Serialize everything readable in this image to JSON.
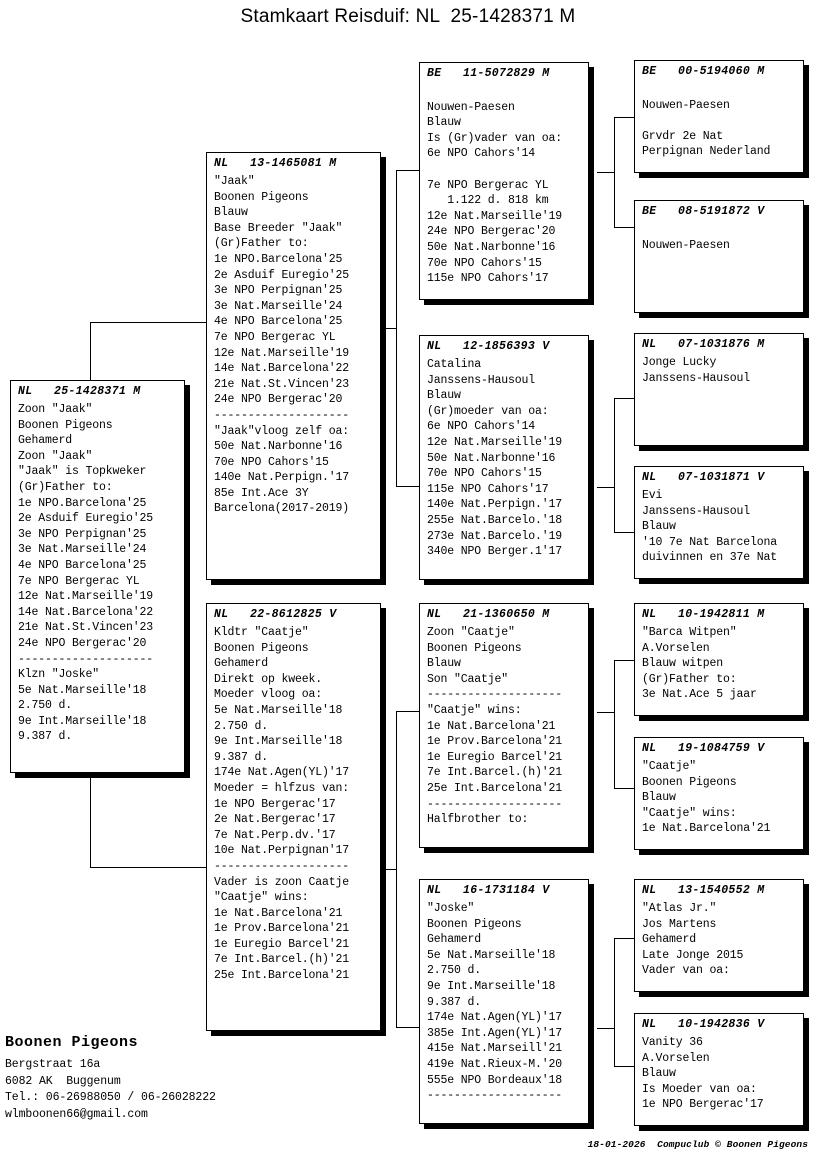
{
  "title": "Stamkaart Reisduif: NL  25-1428371 M",
  "subject": {
    "id": "NL   25-1428371 M",
    "lines": [
      "Zoon \"Jaak\"",
      "Boonen Pigeons",
      "Gehamerd",
      "Zoon \"Jaak\"",
      "\"Jaak\" is Topkweker",
      "(Gr)Father to:",
      "1e NPO.Barcelona'25",
      "2e Asduif Euregio'25",
      "3e NPO Perpignan'25",
      "3e Nat.Marseille'24",
      "4e NPO Barcelona'25",
      "7e NPO Bergerac YL",
      "12e Nat.Marseille'19",
      "14e Nat.Barcelona'22",
      "21e Nat.St.Vincen'23",
      "24e NPO Bergerac'20",
      "--------------------",
      "Klzn \"Joske\"",
      "5e Nat.Marseille'18",
      "2.750 d.",
      "9e Int.Marseille'18",
      "9.387 d."
    ]
  },
  "father": {
    "id": "NL   13-1465081 M",
    "lines": [
      "\"Jaak\"",
      "Boonen Pigeons",
      "Blauw",
      "Base Breeder \"Jaak\"",
      "(Gr)Father to:",
      "1e NPO.Barcelona'25",
      "2e Asduif Euregio'25",
      "3e NPO Perpignan'25",
      "3e Nat.Marseille'24",
      "4e NPO Barcelona'25",
      "7e NPO Bergerac YL",
      "12e Nat.Marseille'19",
      "14e Nat.Barcelona'22",
      "21e Nat.St.Vincen'23",
      "24e NPO Bergerac'20",
      "--------------------",
      "\"Jaak\"vloog zelf oa:",
      "50e Nat.Narbonne'16",
      "70e NPO Cahors'15",
      "140e Nat.Perpign.'17",
      "85e Int.Ace 3Y",
      "Barcelona(2017-2019)"
    ]
  },
  "mother": {
    "id": "NL   22-8612825 V",
    "lines": [
      "Kldtr \"Caatje\"",
      "Boonen Pigeons",
      "Gehamerd",
      "Direkt op kweek.",
      "Moeder vloog oa:",
      "5e Nat.Marseille'18",
      "2.750 d.",
      "9e Int.Marseille'18",
      "9.387 d.",
      "174e Nat.Agen(YL)'17",
      "Moeder = hlfzus van:",
      "1e NPO Bergerac'17",
      "2e Nat.Bergerac'17",
      "7e Nat.Perp.dv.'17",
      "10e Nat.Perpignan'17",
      "--------------------",
      "Vader is zoon Caatje",
      "\"Caatje\" wins:",
      "1e Nat.Barcelona'21",
      "1e Prov.Barcelona'21",
      "1e Euregio Barcel'21",
      "7e Int.Barcel.(h)'21",
      "25e Int.Barcelona'21"
    ]
  },
  "grandparents": [
    {
      "id": "BE   11-5072829 M",
      "lines": [
        "",
        "Nouwen-Paesen",
        "Blauw",
        "Is (Gr)vader van oa:",
        "6e NPO Cahors'14",
        "",
        "7e NPO Bergerac YL",
        "   1.122 d. 818 km",
        "12e Nat.Marseille'19",
        "24e NPO Bergerac'20",
        "50e Nat.Narbonne'16",
        "70e NPO Cahors'15",
        "115e NPO Cahors'17"
      ]
    },
    {
      "id": "NL   12-1856393 V",
      "lines": [
        "Catalina",
        "Janssens-Hausoul",
        "Blauw",
        "(Gr)moeder van oa:",
        "6e NPO Cahors'14",
        "12e Nat.Marseille'19",
        "50e Nat.Narbonne'16",
        "70e NPO Cahors'15",
        "115e NPO Cahors'17",
        "140e Nat.Perpign.'17",
        "255e Nat.Barcelo.'18",
        "273e Nat.Barcelo.'19",
        "340e NPO Berger.1'17"
      ]
    },
    {
      "id": "NL   21-1360650 M",
      "lines": [
        "Zoon \"Caatje\"",
        "Boonen Pigeons",
        "Blauw",
        "Son \"Caatje\"",
        "--------------------",
        "\"Caatje\" wins:",
        "1e Nat.Barcelona'21",
        "1e Prov.Barcelona'21",
        "1e Euregio Barcel'21",
        "7e Int.Barcel.(h)'21",
        "25e Int.Barcelona'21",
        "--------------------",
        "Halfbrother to:"
      ]
    },
    {
      "id": "NL   16-1731184 V",
      "lines": [
        "\"Joske\"",
        "Boonen Pigeons",
        "Gehamerd",
        "5e Nat.Marseille'18",
        "2.750 d.",
        "9e Int.Marseille'18",
        "9.387 d.",
        "174e Nat.Agen(YL)'17",
        "385e Int.Agen(YL)'17",
        "415e Nat.Marseill'21",
        "419e Nat.Rieux-M.'20",
        "555e NPO Bordeaux'18",
        "--------------------"
      ]
    }
  ],
  "greatgrandparents": [
    {
      "id": "BE   00-5194060 M",
      "lines": [
        "",
        "Nouwen-Paesen",
        "",
        "Grvdr 2e Nat",
        "Perpignan Nederland"
      ]
    },
    {
      "id": "BE   08-5191872 V",
      "lines": [
        "",
        "Nouwen-Paesen"
      ]
    },
    {
      "id": "NL   07-1031876 M",
      "lines": [
        "Jonge Lucky",
        "Janssens-Hausoul"
      ]
    },
    {
      "id": "NL   07-1031871 V",
      "lines": [
        "Evi",
        "Janssens-Hausoul",
        "Blauw",
        "'10 7e Nat Barcelona",
        "duivinnen en 37e Nat"
      ]
    },
    {
      "id": "NL   10-1942811 M",
      "lines": [
        "\"Barca Witpen\"",
        "A.Vorselen",
        "Blauw witpen",
        "(Gr)Father to:",
        "3e Nat.Ace 5 jaar"
      ]
    },
    {
      "id": "NL   19-1084759 V",
      "lines": [
        "\"Caatje\"",
        "Boonen Pigeons",
        "Blauw",
        "\"Caatje\" wins:",
        "1e Nat.Barcelona'21"
      ]
    },
    {
      "id": "NL   13-1540552 M",
      "lines": [
        "\"Atlas Jr.\"",
        "Jos Martens",
        "Gehamerd",
        "Late Jonge 2015",
        "Vader van oa:"
      ]
    },
    {
      "id": "NL   10-1942836 V",
      "lines": [
        "Vanity 36",
        "A.Vorselen",
        "Blauw",
        "Is Moeder van oa:",
        "1e NPO Bergerac'17"
      ]
    }
  ],
  "footer_left": {
    "name": "Boonen Pigeons",
    "lines": [
      "Bergstraat 16a",
      "6082 AK  Buggenum",
      "Tel.: 06-26988050 / 06-26028222",
      "wlmboonen66@gmail.com"
    ]
  },
  "footer_right": "18-01-2026  Compuclub © Boonen Pigeons"
}
